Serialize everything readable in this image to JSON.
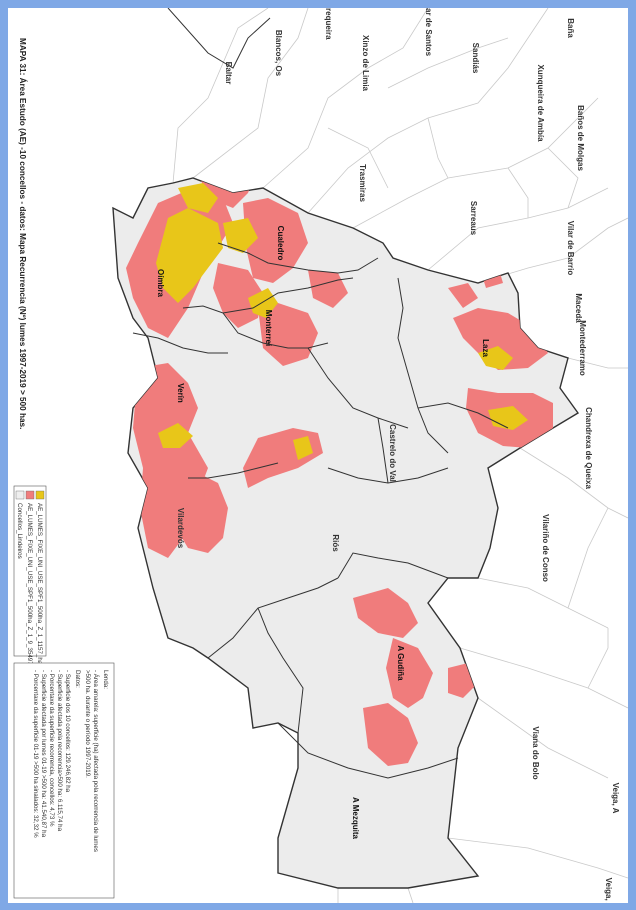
{
  "map": {
    "title": "MAPA 31: Área Estudo (AE) -10 concellos - datos: Mapa Recurrencia (Nº) lumes 1997-2019 > 500 has.",
    "legend_box": {
      "entries": [
        {
          "label": "AE_LUMES_FIXE_UNI_USE_SPF1_500ha_Z_1_1157_ha",
          "color": "#e8c619"
        },
        {
          "label": "AE_LUMES_FIXE_UNI_USE_SPF1_500ha_Z_1_9_35497_ha",
          "color": "#f07c7c"
        },
        {
          "label": "Concellos_Lindeiros",
          "color": "#eeeeee"
        }
      ]
    },
    "info_box": {
      "heading": "Lenda:",
      "lines": [
        "- Área amarela: superficie (ha) afectada pola recorrencia de lumes",
        ">500 ha. durante o período 1997-2019.",
        "Datos:",
        "- Superficie dos 10 concellos: 129.246,82 ha",
        "- Superficie afectada pola recorrencia>500 ha: 6.115,74 ha",
        "- Porcentaxe da superficie recorrencia, concellos: 4,73 %",
        "- Superficie afectada por lumes 01-19 >500 ha: 41.540,87 ha",
        "- Porcentaxe da superficie 01-19 >500 ha sinalados: 32,32 %"
      ]
    },
    "labels_inside": [
      "Cualedro",
      "Oímbra",
      "Monterrei",
      "Verín",
      "Laza",
      "Castrelo do Val",
      "Vilardevós",
      "Riós",
      "A Gudiña",
      "A Mezquita"
    ],
    "labels_outside": [
      "Baltar",
      "Blancos, Os",
      "requeira",
      "Xinzo de Limia",
      "ar de Santos",
      "Sandiás",
      "Baña",
      "Xunqueira de Ambía",
      "Baños de Molgas",
      "Trasmiras",
      "Sarreaus",
      "Vilar de Barrio",
      "Maceda",
      "Montederramo",
      "Chandrexa de Queixa",
      "Vilariño de Conso",
      "Viana do Bolo",
      "Veiga, A"
    ]
  }
}
